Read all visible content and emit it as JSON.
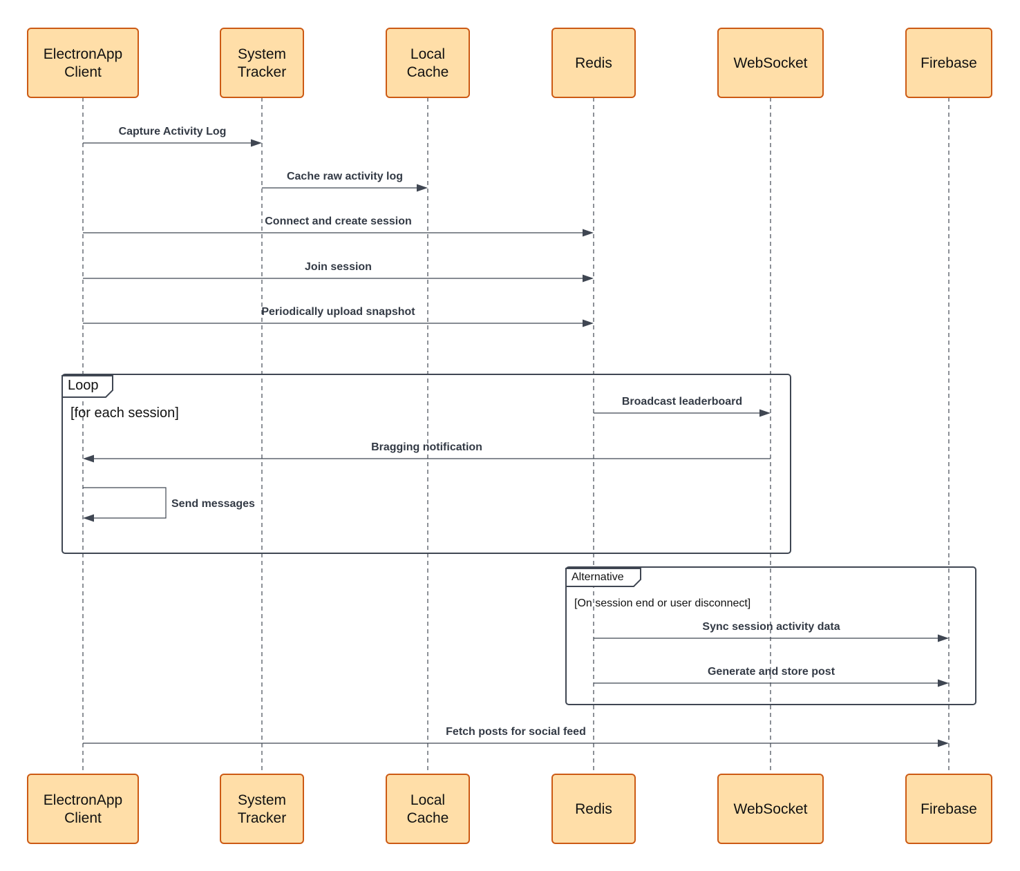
{
  "participants": [
    {
      "id": "client",
      "lines": [
        "ElectronApp",
        "Client"
      ]
    },
    {
      "id": "tracker",
      "lines": [
        "System",
        "Tracker"
      ]
    },
    {
      "id": "cache",
      "lines": [
        "Local",
        "Cache"
      ]
    },
    {
      "id": "redis",
      "lines": [
        "Redis"
      ]
    },
    {
      "id": "websocket",
      "lines": [
        "WebSocket"
      ]
    },
    {
      "id": "firebase",
      "lines": [
        "Firebase"
      ]
    }
  ],
  "messages": [
    {
      "from": "client",
      "to": "tracker",
      "label": "Capture Activity Log"
    },
    {
      "from": "tracker",
      "to": "cache",
      "label": "Cache raw activity log"
    },
    {
      "from": "client",
      "to": "redis",
      "label": "Connect and create session"
    },
    {
      "from": "client",
      "to": "redis",
      "label": "Join session"
    },
    {
      "from": "client",
      "to": "redis",
      "label": "Periodically upload snapshot"
    },
    {
      "from": "redis",
      "to": "websocket",
      "label": "Broadcast leaderboard"
    },
    {
      "from": "websocket",
      "to": "client",
      "label": "Bragging notification"
    },
    {
      "from": "client",
      "to": "client",
      "label": "Send messages"
    },
    {
      "from": "redis",
      "to": "firebase",
      "label": "Sync session activity data"
    },
    {
      "from": "redis",
      "to": "firebase",
      "label": "Generate and store post"
    },
    {
      "from": "client",
      "to": "firebase",
      "label": "Fetch posts for social feed"
    }
  ],
  "fragments": [
    {
      "kind": "loop",
      "label": "Loop",
      "guard": "[for each session]"
    },
    {
      "kind": "alt",
      "label": "Alternative",
      "guard": "[On session end or user disconnect]"
    }
  ]
}
